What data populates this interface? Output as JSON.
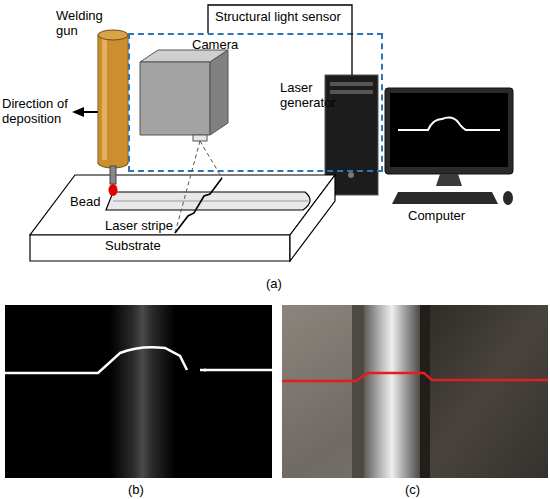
{
  "diagram": {
    "nodes": [
      {
        "text": [
          "Welding gun"
        ]
      },
      {
        "text": [
          "Camera",
          "Laser generator"
        ]
      },
      {
        "text": [
          "Computer"
        ]
      },
      {
        "text": [
          "Substrate"
        ]
      }
    ],
    "edges": [
      {
        "from": 1,
        "to": 2,
        "arrow": "none",
        "label": "Structural light sensor"
      }
    ],
    "labels": [
      "Direction of deposition",
      "Bead",
      "Laser stripe",
      "(a)",
      "(b)",
      "(c)"
    ]
  }
}
